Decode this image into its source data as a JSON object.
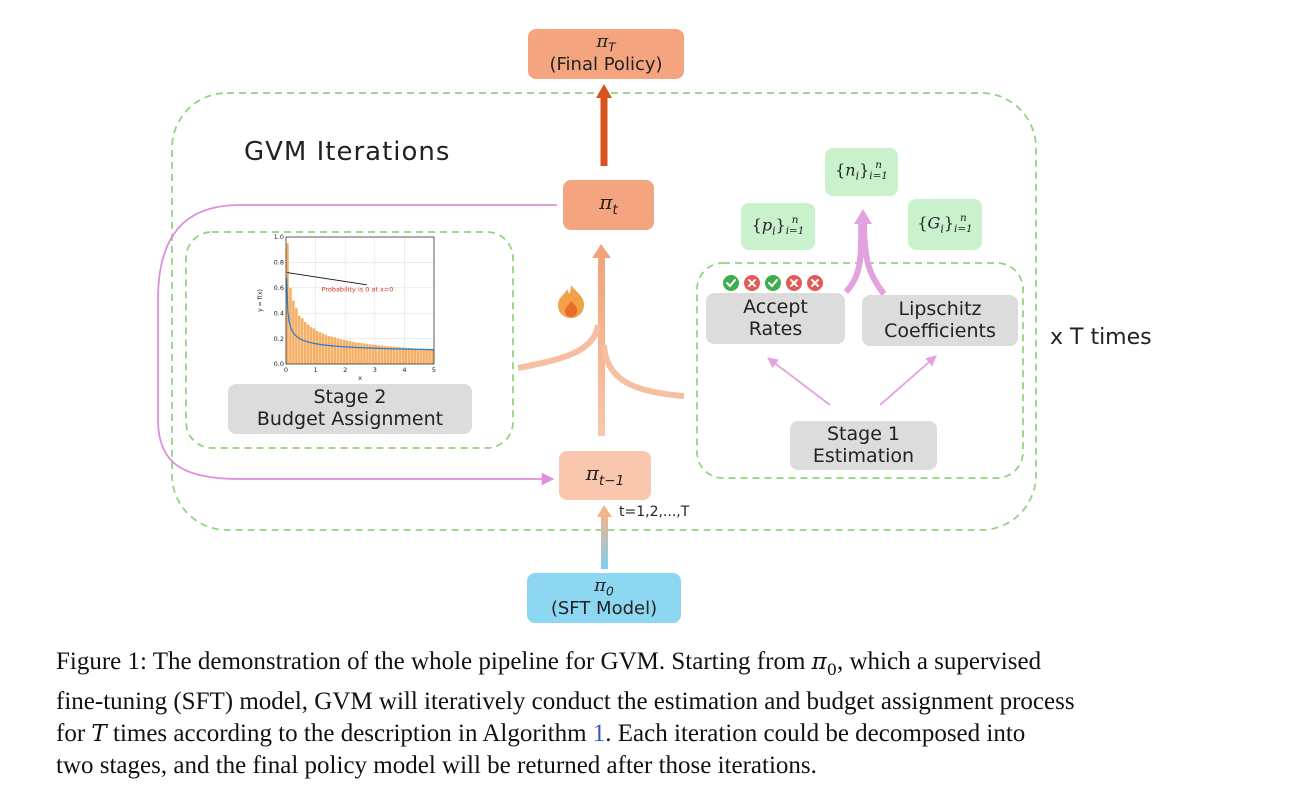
{
  "diagram": {
    "outer_group_title": "GVM Iterations",
    "repeat_label": "x T times",
    "final_policy": {
      "symbol": "π",
      "subscript": "T",
      "label": "(Final Policy)"
    },
    "current_policy": {
      "symbol": "π",
      "subscript": "t"
    },
    "previous_policy": {
      "symbol": "π",
      "subscript": "t−1"
    },
    "sft_model": {
      "symbol": "π",
      "subscript": "0",
      "label": "(SFT Model)"
    },
    "iteration_range": "t=1,2,...,T",
    "stage2": {
      "line1": "Stage 2",
      "line2": "Budget Assignment"
    },
    "stage1": {
      "line1": "Stage 1",
      "line2": "Estimation"
    },
    "accept_rates": {
      "line1": "Accept",
      "line2": "Rates"
    },
    "lipschitz": {
      "line1": "Lipschitz",
      "line2": "Coefficients"
    },
    "set_p": {
      "var": "p",
      "sub": "i",
      "lower": "i=1",
      "upper": "n"
    },
    "set_n": {
      "var": "n",
      "sub": "i",
      "lower": "i=1",
      "upper": "n"
    },
    "set_g": {
      "var": "G",
      "sub": "i",
      "lower": "i=1",
      "upper": "n"
    },
    "check_marks": [
      "check",
      "cross",
      "check",
      "cross",
      "cross"
    ],
    "icons": {
      "flame": "flame-icon"
    },
    "colors": {
      "policy": "#f4a47e",
      "sft": "#8ed7f3",
      "sets": "#c8f1cc",
      "stage": "#dcdcdc",
      "dashed_border": "#8fd67e",
      "loop_arrow": "#dd8fdb",
      "final_arrow": "#d9531e"
    }
  },
  "chart_data": {
    "type": "bar",
    "annotation": "Probability is 0 at x=0",
    "xlabel": "x",
    "ylabel": "y = f(x)",
    "xlim": [
      0,
      5
    ],
    "ylim": [
      0,
      1.0
    ],
    "xticks": [
      "0",
      "1",
      "2",
      "3",
      "4",
      "5"
    ],
    "yticks": [
      "0.0",
      "0.2",
      "0.4",
      "0.6",
      "0.8",
      "1.0"
    ],
    "grid": true,
    "curve_coefficient": 0.085,
    "curve_exponent": 0.5,
    "bars": [
      {
        "x": 0.05,
        "y": 0.95
      },
      {
        "x": 0.15,
        "y": 0.6
      },
      {
        "x": 0.25,
        "y": 0.5
      },
      {
        "x": 0.35,
        "y": 0.44
      },
      {
        "x": 0.45,
        "y": 0.38
      },
      {
        "x": 0.55,
        "y": 0.36
      },
      {
        "x": 0.65,
        "y": 0.33
      },
      {
        "x": 0.75,
        "y": 0.31
      },
      {
        "x": 0.85,
        "y": 0.29
      },
      {
        "x": 0.95,
        "y": 0.28
      },
      {
        "x": 1.05,
        "y": 0.26
      },
      {
        "x": 1.15,
        "y": 0.25
      },
      {
        "x": 1.25,
        "y": 0.24
      },
      {
        "x": 1.35,
        "y": 0.23
      },
      {
        "x": 1.45,
        "y": 0.22
      },
      {
        "x": 1.55,
        "y": 0.215
      },
      {
        "x": 1.65,
        "y": 0.21
      },
      {
        "x": 1.75,
        "y": 0.2
      },
      {
        "x": 1.85,
        "y": 0.195
      },
      {
        "x": 1.95,
        "y": 0.19
      },
      {
        "x": 2.05,
        "y": 0.185
      },
      {
        "x": 2.15,
        "y": 0.18
      },
      {
        "x": 2.25,
        "y": 0.175
      },
      {
        "x": 2.35,
        "y": 0.17
      },
      {
        "x": 2.45,
        "y": 0.168
      },
      {
        "x": 2.55,
        "y": 0.165
      },
      {
        "x": 2.65,
        "y": 0.16
      },
      {
        "x": 2.75,
        "y": 0.158
      },
      {
        "x": 2.85,
        "y": 0.155
      },
      {
        "x": 2.95,
        "y": 0.152
      },
      {
        "x": 3.05,
        "y": 0.15
      },
      {
        "x": 3.15,
        "y": 0.147
      },
      {
        "x": 3.25,
        "y": 0.145
      },
      {
        "x": 3.35,
        "y": 0.142
      },
      {
        "x": 3.45,
        "y": 0.14
      },
      {
        "x": 3.55,
        "y": 0.138
      },
      {
        "x": 3.65,
        "y": 0.135
      },
      {
        "x": 3.75,
        "y": 0.133
      },
      {
        "x": 3.85,
        "y": 0.131
      },
      {
        "x": 3.95,
        "y": 0.13
      },
      {
        "x": 4.05,
        "y": 0.128
      },
      {
        "x": 4.15,
        "y": 0.126
      },
      {
        "x": 4.25,
        "y": 0.124
      },
      {
        "x": 4.35,
        "y": 0.122
      },
      {
        "x": 4.45,
        "y": 0.12
      },
      {
        "x": 4.55,
        "y": 0.119
      },
      {
        "x": 4.65,
        "y": 0.117
      },
      {
        "x": 4.75,
        "y": 0.115
      },
      {
        "x": 4.85,
        "y": 0.113
      },
      {
        "x": 4.95,
        "y": 0.112
      }
    ]
  },
  "caption": {
    "p1": "Figure 1: The demonstration of the whole pipeline for GVM. Starting from ",
    "pi0_sym": "π",
    "pi0_sub": "0",
    "p2": ", which a supervised",
    "line2": "fine-tuning (SFT) model, GVM will iteratively conduct the estimation and budget assignment process",
    "p3a": "for ",
    "T": "T",
    "p3b": " times according to the description in Algorithm ",
    "algo_ref": "1",
    "p3c": ". Each iteration could be decomposed into",
    "line4": "two stages, and the final policy model will be returned after those iterations."
  }
}
